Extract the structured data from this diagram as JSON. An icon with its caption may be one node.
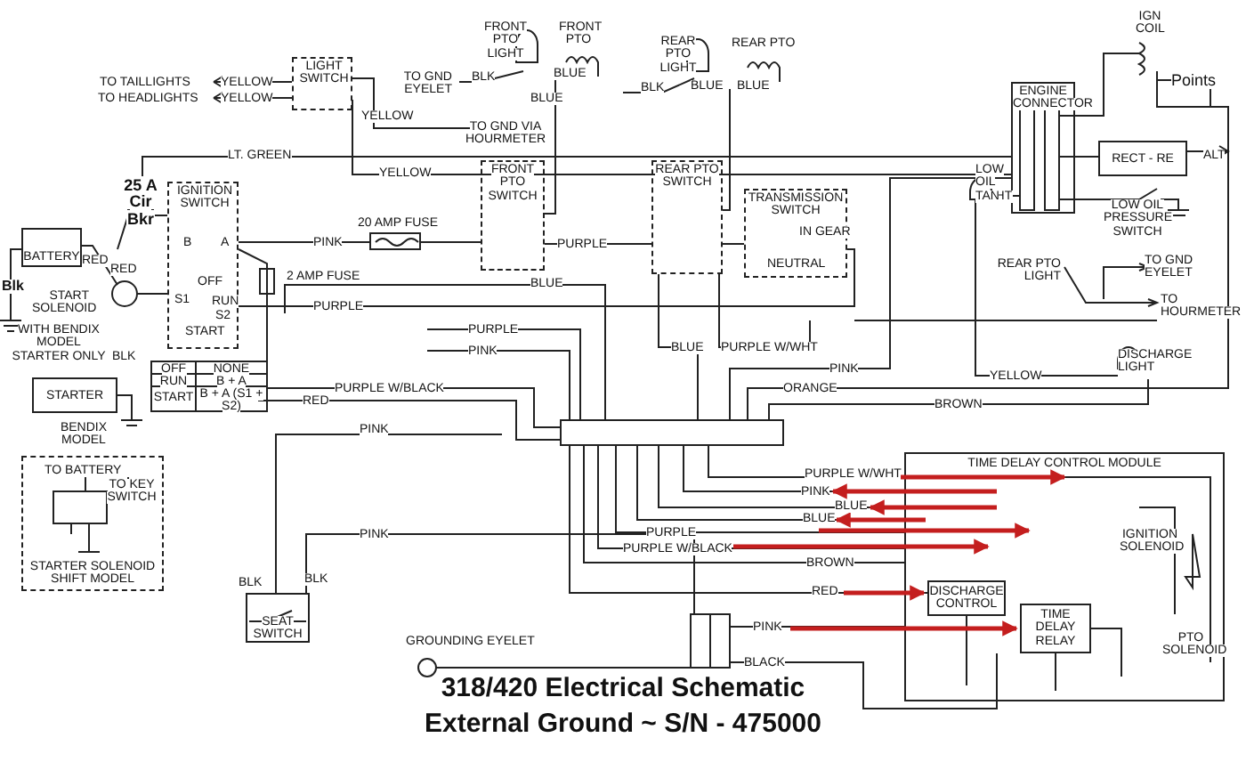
{
  "diagram": {
    "title": "318/420 Electrical Schematic",
    "caption": "External Ground ~ S/N - 475000",
    "nodes": [
      {
        "text": [
          "LIGHT SWITCH"
        ]
      },
      {
        "text": [
          "IGNITION SWITCH",
          "B",
          "A",
          "OFF",
          "S1",
          "RUN",
          "S2",
          "START"
        ]
      },
      {
        "text": [
          "BATTERY"
        ]
      },
      {
        "text": [
          "FRONT PTO SWITCH"
        ]
      },
      {
        "text": [
          "REAR PTO SWITCH"
        ]
      },
      {
        "text": [
          "TRANSMISSION SWITCH",
          "IN GEAR",
          "NEUTRAL"
        ]
      },
      {
        "text": [
          "ENGINE CONNECTOR"
        ]
      },
      {
        "text": [
          "RECT - RE"
        ]
      },
      {
        "text": [
          "STARTER"
        ]
      },
      {
        "text": [
          "TO BATTERY",
          "TO KEY SWITCH",
          "STARTER SOLENOID SHIFT MODEL"
        ]
      },
      {
        "text": [
          "SEAT SWITCH"
        ]
      },
      {
        "text": [
          "TIME DELAY CONTROL MODULE",
          "IGNITION SOLENOID",
          "PTO SOLENOID"
        ]
      },
      {
        "text": [
          "DISCHARGE CONTROL"
        ],
        "in": 11
      },
      {
        "text": [
          "TIME DELAY RELAY"
        ],
        "in": 11
      }
    ],
    "edges": [
      {
        "from": 3,
        "to": 4,
        "arrow": "none"
      },
      {
        "from": 4,
        "to": 5,
        "arrow": "none"
      },
      {
        "from": 6,
        "to": 7,
        "arrow": "none"
      },
      {
        "from": 1,
        "to": 5,
        "arrow": "none"
      }
    ],
    "labels": [
      "FRONT PTO LIGHT",
      "FRONT PTO",
      "REAR PTO LIGHT",
      "REAR PTO",
      "IGN COIL",
      "TO TAILLIGHTS",
      "YELLOW",
      "TO GND EYELET",
      "BLK",
      "BLUE",
      "BLK",
      "BLUE",
      "BLUE",
      "Points",
      "TO HEADLIGHTS",
      "YELLOW",
      "BLUE",
      "YELLOW",
      "TO GND VIA HOURMETER",
      "LT. GREEN",
      "ALT",
      "25 A Cir Bkr",
      "YELLOW",
      "LOW OIL LIGHT",
      "TAN",
      "LOW OIL PRESSURE SWITCH",
      "PINK",
      "20 AMP FUSE",
      "PURPLE",
      "RED",
      "RED",
      "2 AMP FUSE",
      "REAR PTO LIGHT",
      "TO GND EYELET",
      "Blk",
      "START SOLENOID",
      "PURPLE",
      "BLUE",
      "TO HOURMETER",
      "WITH BENDIX MODEL STARTER ONLY",
      "BLK",
      "PURPLE",
      "PINK",
      "BLUE",
      "PURPLE W/WHT",
      "DISCHARGE LIGHT",
      "OFF",
      "NONE",
      "RUN",
      "B + A",
      "START",
      "B + A (S1 + S2)",
      "RED",
      "PURPLE W/BLACK",
      "ORANGE",
      "PINK",
      "BROWN",
      "YELLOW",
      "BENDIX MODEL",
      "PINK",
      "PURPLE W/WHT",
      "PINK",
      "BLUE",
      "BLUE",
      "PINK",
      "PURPLE",
      "PURPLE W/BLACK",
      "BROWN",
      "BLK",
      "BLK",
      "RED",
      "GROUNDING EYELET",
      "PINK",
      "BLACK"
    ]
  }
}
